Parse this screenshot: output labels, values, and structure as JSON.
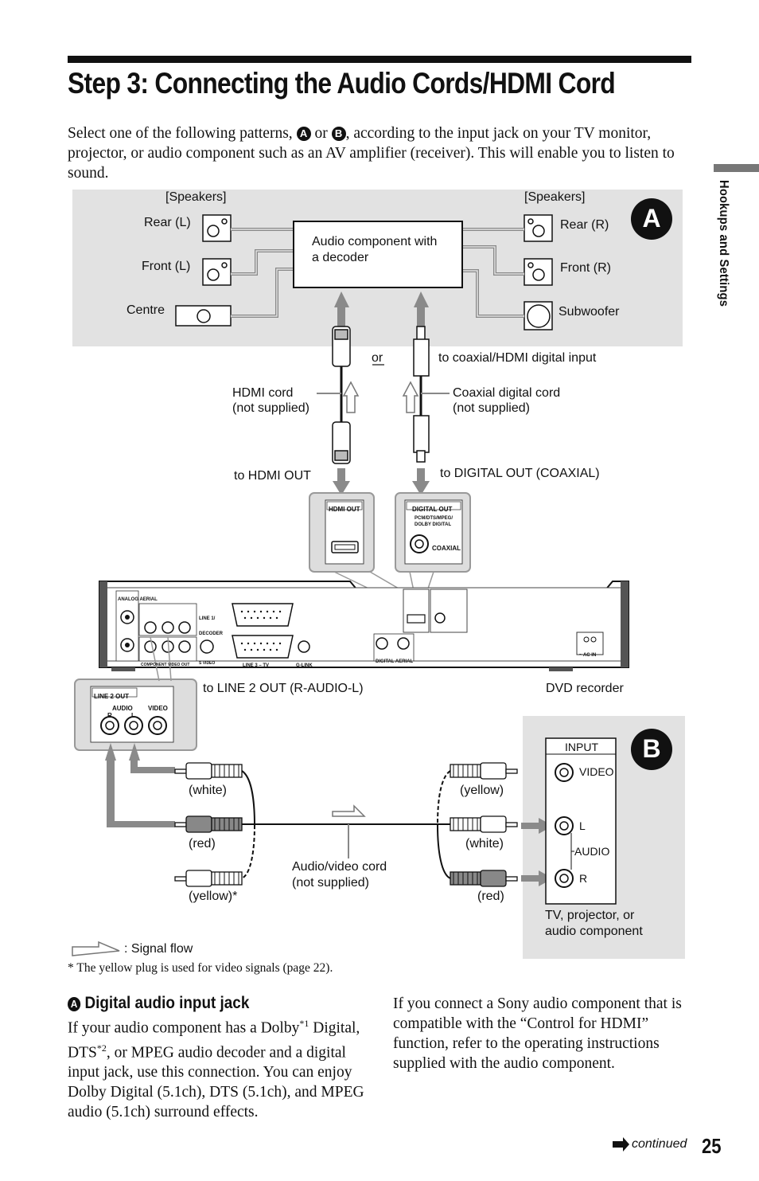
{
  "page": {
    "title": "Step 3: Connecting the Audio Cords/HDMI Cord",
    "intro_a": "Select one of the following patterns, ",
    "marker_a": "A",
    "intro_or": " or ",
    "marker_b": "B",
    "intro_b": ", according to the input jack on your TV monitor, projector, or audio component such as an AV amplifier (receiver). This will enable you to listen to sound.",
    "side_label": "Hookups and Settings",
    "page_number": "25",
    "continued": "continued"
  },
  "diagram": {
    "speakers_left": "[Speakers]",
    "speakers_right": "[Speakers]",
    "rear_l": "Rear (L)",
    "front_l": "Front (L)",
    "centre": "Centre",
    "rear_r": "Rear (R)",
    "front_r": "Front (R)",
    "subwoofer": "Subwoofer",
    "audio_component_line1": "Audio component with",
    "audio_component_line2": "a decoder",
    "badge_a": "A",
    "badge_b": "B",
    "or_label": "or",
    "coax_hdmi_input": "to coaxial/HDMI digital input",
    "hdmi_cord_line1": "HDMI cord",
    "hdmi_cord_line2": "(not supplied)",
    "coax_cord_line1": "Coaxial digital cord",
    "coax_cord_line2": "(not supplied)",
    "to_hdmi_out": "to HDMI OUT",
    "to_digital_out": "to DIGITAL OUT (COAXIAL)",
    "hdmi_out_panel": "HDMI OUT",
    "digital_out_panel": "DIGITAL OUT",
    "digital_out_formats_line1": "PCM/DTS/MPEG/",
    "digital_out_formats_line2": "DOLBY DIGITAL",
    "coaxial_panel": "COAXIAL",
    "to_line2_out": "to LINE 2 OUT (R-AUDIO-L)",
    "dvd_recorder": "DVD recorder",
    "line2_out_panel": "LINE 2 OUT",
    "audio_panel": "AUDIO",
    "r_panel": "R",
    "l_panel": "L",
    "video_panel": "VIDEO",
    "white_left": "(white)",
    "red_left": "(red)",
    "yellow_left": "(yellow)*",
    "yellow_right": "(yellow)",
    "white_right": "(white)",
    "red_right": "(red)",
    "av_cord_line1": "Audio/video cord",
    "av_cord_line2": "(not supplied)",
    "input_label": "INPUT",
    "video_label": "VIDEO",
    "l_label": "L",
    "audio_label": "AUDIO",
    "r_label": "R",
    "tv_line1": "TV, projector, or",
    "tv_line2": "audio component",
    "signal_flow": ": Signal flow",
    "rear_analog_aerial": "ANALOG AERIAL",
    "rear_line1_decoder": "LINE 1/ DECODER",
    "rear_line3_tv": "LINE 3 – TV",
    "rear_glink": "G-LINK",
    "rear_digital_aerial": "DIGITAL AERIAL",
    "rear_ac_in": "~ AC IN",
    "rear_component_video_out": "COMPONENT VIDEO OUT",
    "rear_s_video": "S VIDEO"
  },
  "footnote": "* The yellow plug is used for video signals (page 22).",
  "section": {
    "marker": "A",
    "heading": "Digital audio input jack",
    "p1_a": "If your audio component has a Dolby",
    "sup1": "*1",
    "p1_b": " Digital, DTS",
    "sup2": "*2",
    "p1_c": ", or MPEG audio decoder and a digital input jack, use this connection. You can enjoy Dolby Digital (5.1ch), DTS (5.1ch), and MPEG audio (5.1ch) surround effects.",
    "p2": "If you connect a Sony audio component that is compatible with the “Control for HDMI” function, refer to the operating instructions supplied with the audio component."
  },
  "colors": {
    "panel_grey": "#e2e2e2",
    "arrow_grey": "#8a8a8a",
    "ink": "#111111"
  }
}
